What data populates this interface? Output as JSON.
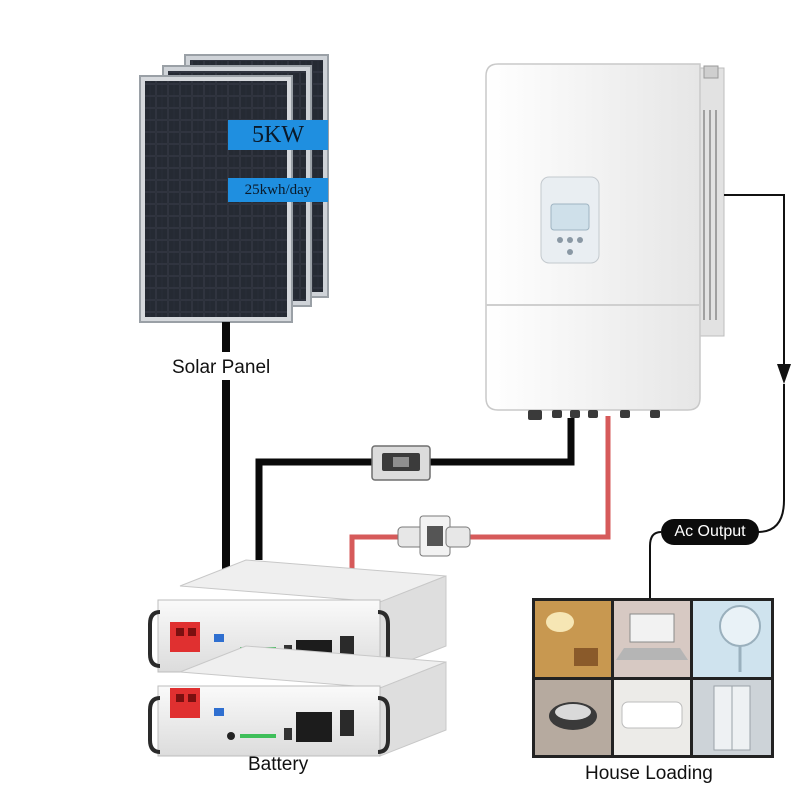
{
  "labels": {
    "solar_panel": "Solar Panel",
    "battery": "Battery",
    "house_loading": "House Loading",
    "ac_output": "Ac Output"
  },
  "panel_specs": {
    "power": "5KW",
    "daily_energy": "25kwh/day"
  },
  "colors": {
    "dc_negative_wire": "#0a0a0a",
    "dc_positive_wire": "#d65a5a",
    "ac_wire": "#111111",
    "spec_tag_bg": "#1f8fe0",
    "panel_cell": "#1a1d24",
    "inverter_body": "#f4f4f4",
    "battery_terminal_red": "#e03030"
  },
  "icons": {
    "inverter": "hybrid-inverter-icon",
    "fuse": "inline-fuse-icon",
    "arrow": "arrow-down-icon"
  }
}
